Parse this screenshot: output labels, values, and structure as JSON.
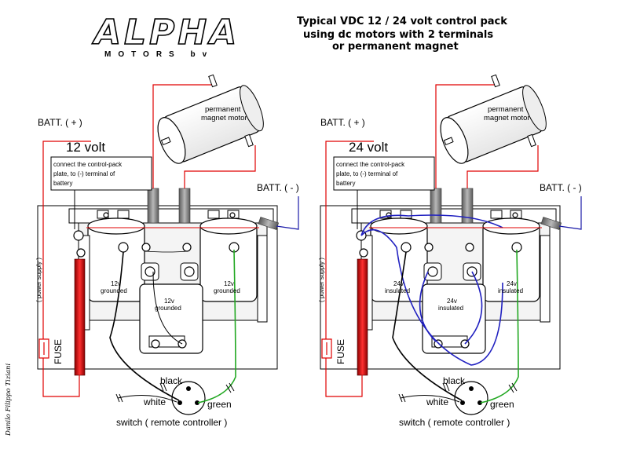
{
  "logo": {
    "brand": "ALPHA",
    "subtitle": "MOTORS bv"
  },
  "title": {
    "line1": "Typical   VDC 12 / 24 volt control pack",
    "line2": "using dc motors with 2 terminals",
    "line3": "or permanent magnet"
  },
  "signature": "Danilo Filippo Tiziani",
  "panels": [
    {
      "voltage_label": "12 volt",
      "batt_plus": "BATT. ( + )",
      "batt_minus": "BATT. ( - )",
      "motor_label_1": "permanent",
      "motor_label_2": "magnet motor",
      "note_1": "connect the control-pack",
      "note_2": "plate, to (-) terminal of",
      "note_3": "battery",
      "power_supply": "( power supply )",
      "fuse": "FUSE",
      "solenoid_left_1": "12v",
      "solenoid_left_2": "grounded",
      "solenoid_right_1": "12v",
      "solenoid_right_2": "grounded",
      "solenoid_bottom_1": "12v",
      "solenoid_bottom_2": "grounded",
      "wire_black": "black",
      "wire_white": "white",
      "wire_green": "green",
      "switch_label": "switch  ( remote controller )"
    },
    {
      "voltage_label": "24 volt",
      "batt_plus": "BATT. ( + )",
      "batt_minus": "BATT. ( - )",
      "motor_label_1": "permanent",
      "motor_label_2": "magnet motor",
      "note_1": "connect the control-pack",
      "note_2": "plate, to (-) terminal of",
      "note_3": "battery",
      "power_supply": "( power supply )",
      "fuse": "FUSE",
      "solenoid_left_1": "24v",
      "solenoid_left_2": "insulated",
      "solenoid_right_1": "24v",
      "solenoid_right_2": "insulated",
      "solenoid_bottom_1": "24v",
      "solenoid_bottom_2": "insulated",
      "wire_black": "black",
      "wire_white": "white",
      "wire_green": "green",
      "switch_label": "switch  ( remote controller )"
    }
  ],
  "colors": {
    "positive_wire": "#e00000",
    "negative_wire": "#1a1aa8",
    "coil_blue": "#2020c0",
    "green_wire": "#22a822",
    "cable_gray": "#8a8a8a"
  }
}
